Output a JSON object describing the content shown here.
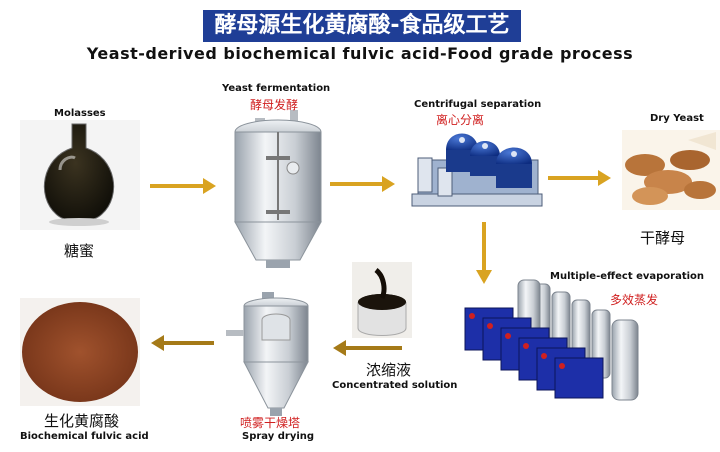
{
  "title_cn": "酵母源生化黄腐酸-食品级工艺",
  "title_en": "Yeast-derived biochemical fulvic acid-Food grade process",
  "steps": {
    "molasses": {
      "en": "Molasses",
      "cn": "糖蜜"
    },
    "fermentation": {
      "en": "Yeast fermentation",
      "cn": "酵母发酵"
    },
    "centrifugal": {
      "en": "Centrifugal separation",
      "cn": "离心分离"
    },
    "dry_yeast": {
      "en": "Dry Yeast",
      "cn": "干酵母"
    },
    "evaporation": {
      "en": "Multiple-effect evaporation",
      "cn": "多效蒸发"
    },
    "concentrated": {
      "en": "Concentrated solution",
      "cn": "浓缩液"
    },
    "spray": {
      "en": "Spray drying",
      "cn": "喷雾干燥塔"
    },
    "fulvic": {
      "en": "Biochemical fulvic acid",
      "cn": "生化黄腐酸"
    }
  },
  "colors": {
    "title_bg": "#1f3e96",
    "arrow_gold": "#d9a321",
    "arrow_dark": "#a57a18",
    "accent_red": "#d02020",
    "fulvic_powder": "#8a3e1c"
  }
}
